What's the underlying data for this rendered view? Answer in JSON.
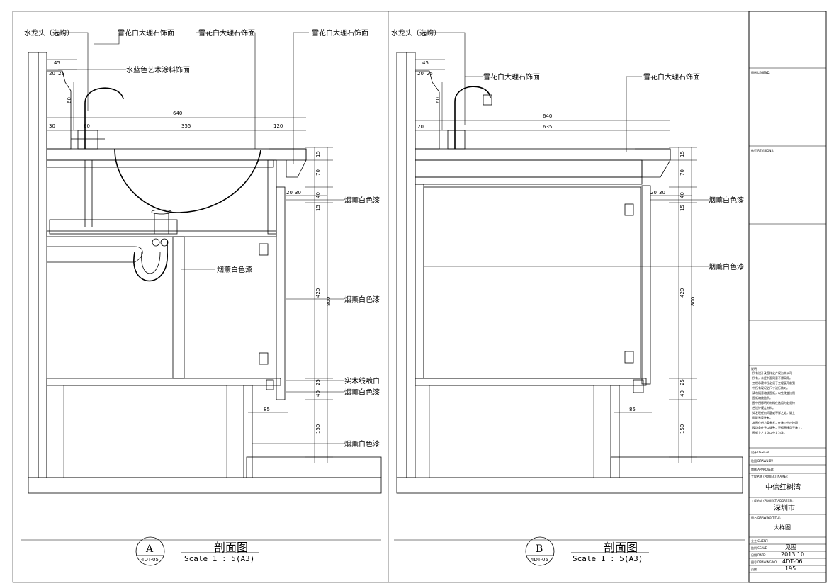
{
  "left_section": {
    "labels": {
      "faucet": "水龙头（选购）",
      "marble1": "雪花白大理石饰面",
      "marble2": "雪花白大理石饰面",
      "marble3": "雪花白大理石饰面",
      "blue_paint": "水蓝色艺术涂料饰面",
      "paint1": "烟薰白色漆",
      "paint2": "烟薰白色漆",
      "paint3": "烟薰白色漆",
      "wood_line": "实木线喷白",
      "paint4": "烟薰白色漆",
      "paint5": "烟薰白色漆"
    },
    "dims": {
      "d45": "45",
      "d20": "20",
      "d25": "25",
      "d60a": "60",
      "d640": "640",
      "d30": "30",
      "d60b": "60",
      "d355": "355",
      "d120": "120",
      "d15a": "15",
      "d70": "70",
      "d20b": "20",
      "d30b": "30",
      "d40a": "40",
      "d15b": "15",
      "d420": "420",
      "d800": "800",
      "d25b": "25",
      "d40b": "40",
      "d85": "85",
      "d150": "150"
    },
    "caption": {
      "letter": "A",
      "ref": "4DT-05",
      "title": "剖面图",
      "scale": "Scale 1 : 5(A3)"
    }
  },
  "right_section": {
    "labels": {
      "faucet": "水龙头（选购）",
      "marble1": "雪花白大理石饰面",
      "marble2": "雪花白大理石饰面",
      "paint1": "烟薰白色漆",
      "paint2": "烟薰白色漆"
    },
    "dims": {
      "d45": "45",
      "d20": "20",
      "d25": "25",
      "d60a": "60",
      "d640": "640",
      "d20b": "20",
      "d635": "635",
      "d15a": "15",
      "d70": "70",
      "d20c": "20",
      "d30": "30",
      "d40a": "40",
      "d15b": "15",
      "d420": "420",
      "d800": "800",
      "d40b": "40",
      "d85": "85",
      "d150": "150"
    },
    "caption": {
      "letter": "B",
      "ref": "4DT-05",
      "title": "剖面图",
      "scale": "Scale 1 : 5(A3)"
    }
  },
  "title_block": {
    "legend": "图例 LEGEND:",
    "revisions": "修订 REVISIONS:",
    "notes_title": "说明:",
    "notes": [
      "所有设计及图样之产权为本公司",
      "所有，未经书面同意不得采用。",
      "工程承建单位必须于工程展开前到",
      "中所有现况之尺寸进行核对。",
      "请勿随意缩放图纸，以免改变比例",
      "图纸缩放比例。",
      "图中所标明的材料在选用时必须符",
      "合设计规定材料。",
      "如发现任何问题或不详之处，请立",
      "即联系设计者。",
      "本图仅供方案参考，在施工中应按照",
      "现场条件予以调整，不得直接用于施工。",
      "图纸上之文字以中文为准。"
    ],
    "design": "设计 DESIGN:",
    "drawn": "绘图 DRAWN BY:",
    "checked": "审核 APPROVED:",
    "project_name_label": "工程名称 (PROJECT NAME):",
    "project_name": "中信红树湾",
    "project_address_label": "工程地址 (PROJECT ADDRESS):",
    "project_address": "深圳市",
    "drawing_title_label": "图名 DRAWING TITLE:",
    "drawing_title": "大样图",
    "client_label": "业主 CLIENT:",
    "scale_label": "比例 SCALE:",
    "scale_value": "见图",
    "date_label": "日期 DATE:",
    "date_value": "2013.10",
    "drawing_no_label": "图号 DRAWING NO:",
    "drawing_no_value": "4DT-06",
    "page_label": "页数:",
    "page_value": "195"
  }
}
